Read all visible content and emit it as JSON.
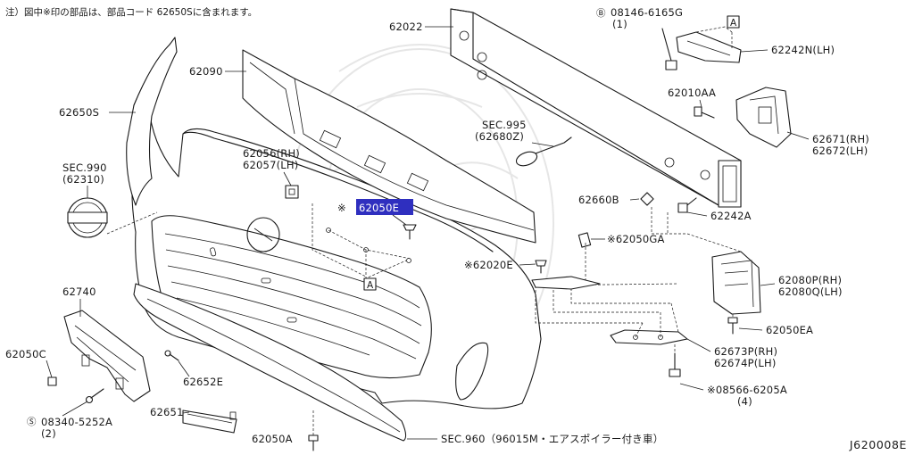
{
  "note": "注）図中※印の部品は、部品コード 62650Sに含まれます。",
  "diagram_code": "J620008E",
  "labels": {
    "p62650S": "62650S",
    "sec990": "SEC.990",
    "sec990_sub": "(62310)",
    "p62740": "62740",
    "p62050C": "62050C",
    "s08340": "08340-5252A",
    "s08340_qty": "(2)",
    "p62090": "62090",
    "p62056": "62056(RH)",
    "p62057": "62057(LH)",
    "p62050E": "※62050E",
    "refA_1": "A",
    "p62652E": "62652E",
    "p62651": "62651",
    "p62050A": "62050A",
    "sec960": "SEC.960（96015M・エアスポイラー付き車）",
    "p62022": "62022",
    "sec995": "SEC.995",
    "sec995_sub": "(62680Z)",
    "b08146": "08146-6165G",
    "b08146_qty": "(1)",
    "refA_2": "A",
    "p62242N": "62242N(LH)",
    "p62010AA": "62010AA",
    "p62671": "62671(RH)",
    "p62672": "62672(LH)",
    "p62660B": "62660B",
    "p62242A": "62242A",
    "p62050GA": "※62050GA",
    "p62020E": "※62020E",
    "p62080P": "62080P(RH)",
    "p62080Q": "62080Q(LH)",
    "p62050EA": "62050EA",
    "p62673P": "62673P(RH)",
    "p62674P": "62674P(LH)",
    "s08566": "※08566-6205A",
    "s08566_qty": "(4)"
  },
  "highlight_color": "#2f2fbf"
}
